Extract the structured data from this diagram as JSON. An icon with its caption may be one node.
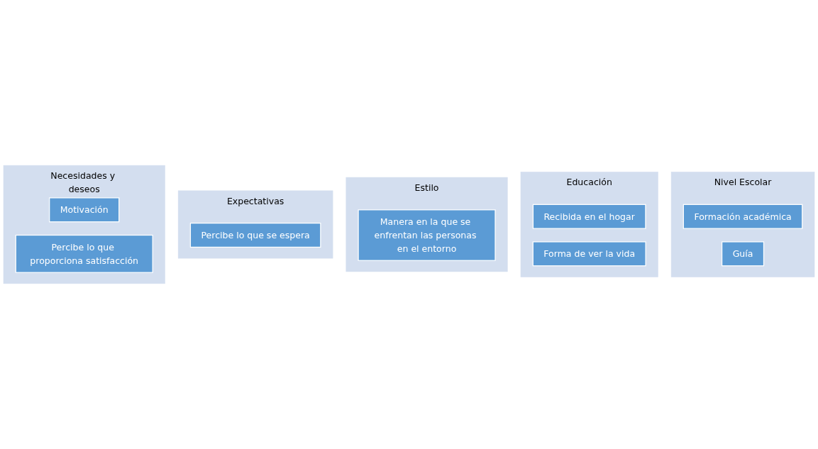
{
  "diagram": {
    "nodes": [
      {
        "text": [
          "Necesidades y deseos"
        ]
      },
      {
        "text": [
          "Motivación"
        ],
        "in": 0
      },
      {
        "text": [
          "Percibe lo que proporciona satisfacción"
        ],
        "in": 0
      },
      {
        "text": [
          "Expectativas"
        ]
      },
      {
        "text": [
          "Percibe lo que se espera"
        ],
        "in": 3
      },
      {
        "text": [
          "Estilo"
        ]
      },
      {
        "text": [
          "Manera en la que se enfrentan las personas en el entorno"
        ],
        "in": 5
      },
      {
        "text": [
          "Educación"
        ]
      },
      {
        "text": [
          "Recibida en el hogar"
        ],
        "in": 7
      },
      {
        "text": [
          "Forma de ver la vida"
        ],
        "in": 7
      },
      {
        "text": [
          "Nivel Escolar"
        ]
      },
      {
        "text": [
          "Formación académica"
        ],
        "in": 10
      },
      {
        "text": [
          "Guía"
        ],
        "in": 10
      }
    ],
    "edges": []
  }
}
